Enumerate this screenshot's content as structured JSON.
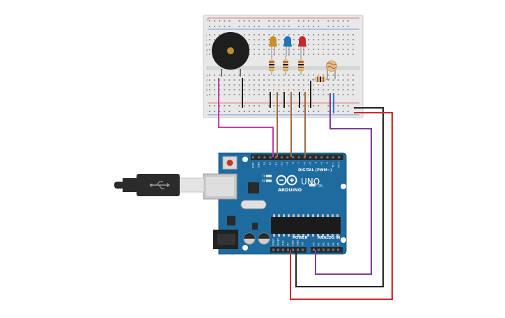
{
  "board": {
    "logo_text": "ARDUINO",
    "model_text": "UNO",
    "digital_label": "DIGITAL (PWM~)",
    "power_label": "POWER",
    "analog_label": "ANALOG IN",
    "on_label": "ON",
    "tx_label": "TX",
    "rx_label": "RX",
    "digital_pins": [
      "AREF",
      "GND",
      "13",
      "12",
      "~11",
      "~10",
      "~9",
      "8",
      "7",
      "~6",
      "~5",
      "4",
      "~3",
      "2",
      "TX 1",
      "RX 0"
    ],
    "power_pins": [
      "IOREF",
      "RESET",
      "3.3V",
      "5V",
      "GND",
      "GND",
      "Vin"
    ],
    "analog_pins": [
      "A0",
      "A1",
      "A2",
      "A3",
      "A4",
      "A5"
    ]
  },
  "breadboard": {
    "row_letters_top": [
      "j",
      "i",
      "h",
      "g",
      "f"
    ],
    "row_letters_bottom": [
      "e",
      "d",
      "c",
      "b",
      "a"
    ],
    "plus_label": "+",
    "minus_label": "-"
  },
  "components": {
    "leds": [
      {
        "color": "#c8902a"
      },
      {
        "color": "#1f73b8"
      },
      {
        "color": "#c8262c"
      }
    ],
    "buzzer_color": "#1e1e1e",
    "photoresistor_color": "#e6bf8a"
  },
  "wires": {
    "magenta": "#c63ca0",
    "brown": "#a36b3f",
    "purple": "#7a3c98",
    "black": "#222222",
    "red": "#d02828",
    "blue": "#2f7fd1"
  }
}
